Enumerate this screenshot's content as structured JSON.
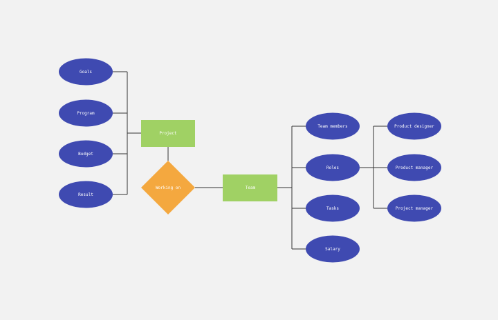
{
  "colors": {
    "background": "#f2f2f2",
    "attribute": "#3f4ab1",
    "entity": "#a0d164",
    "relationship": "#f4a83f",
    "connector": "#333333",
    "text": "#ffffff"
  },
  "diagram": {
    "entities": {
      "project": "Project",
      "team": "Team"
    },
    "relationship": "Working on",
    "project_attributes": {
      "goals": "Goals",
      "program": "Program",
      "budget": "Budget",
      "result": "Result"
    },
    "team_attributes": {
      "members": "Team members",
      "roles": "Roles",
      "tasks": "Tasks",
      "salary": "Salary"
    },
    "role_values": {
      "designer": "Product designer",
      "manager": "Product manager",
      "project_manager": "Project manager"
    }
  }
}
